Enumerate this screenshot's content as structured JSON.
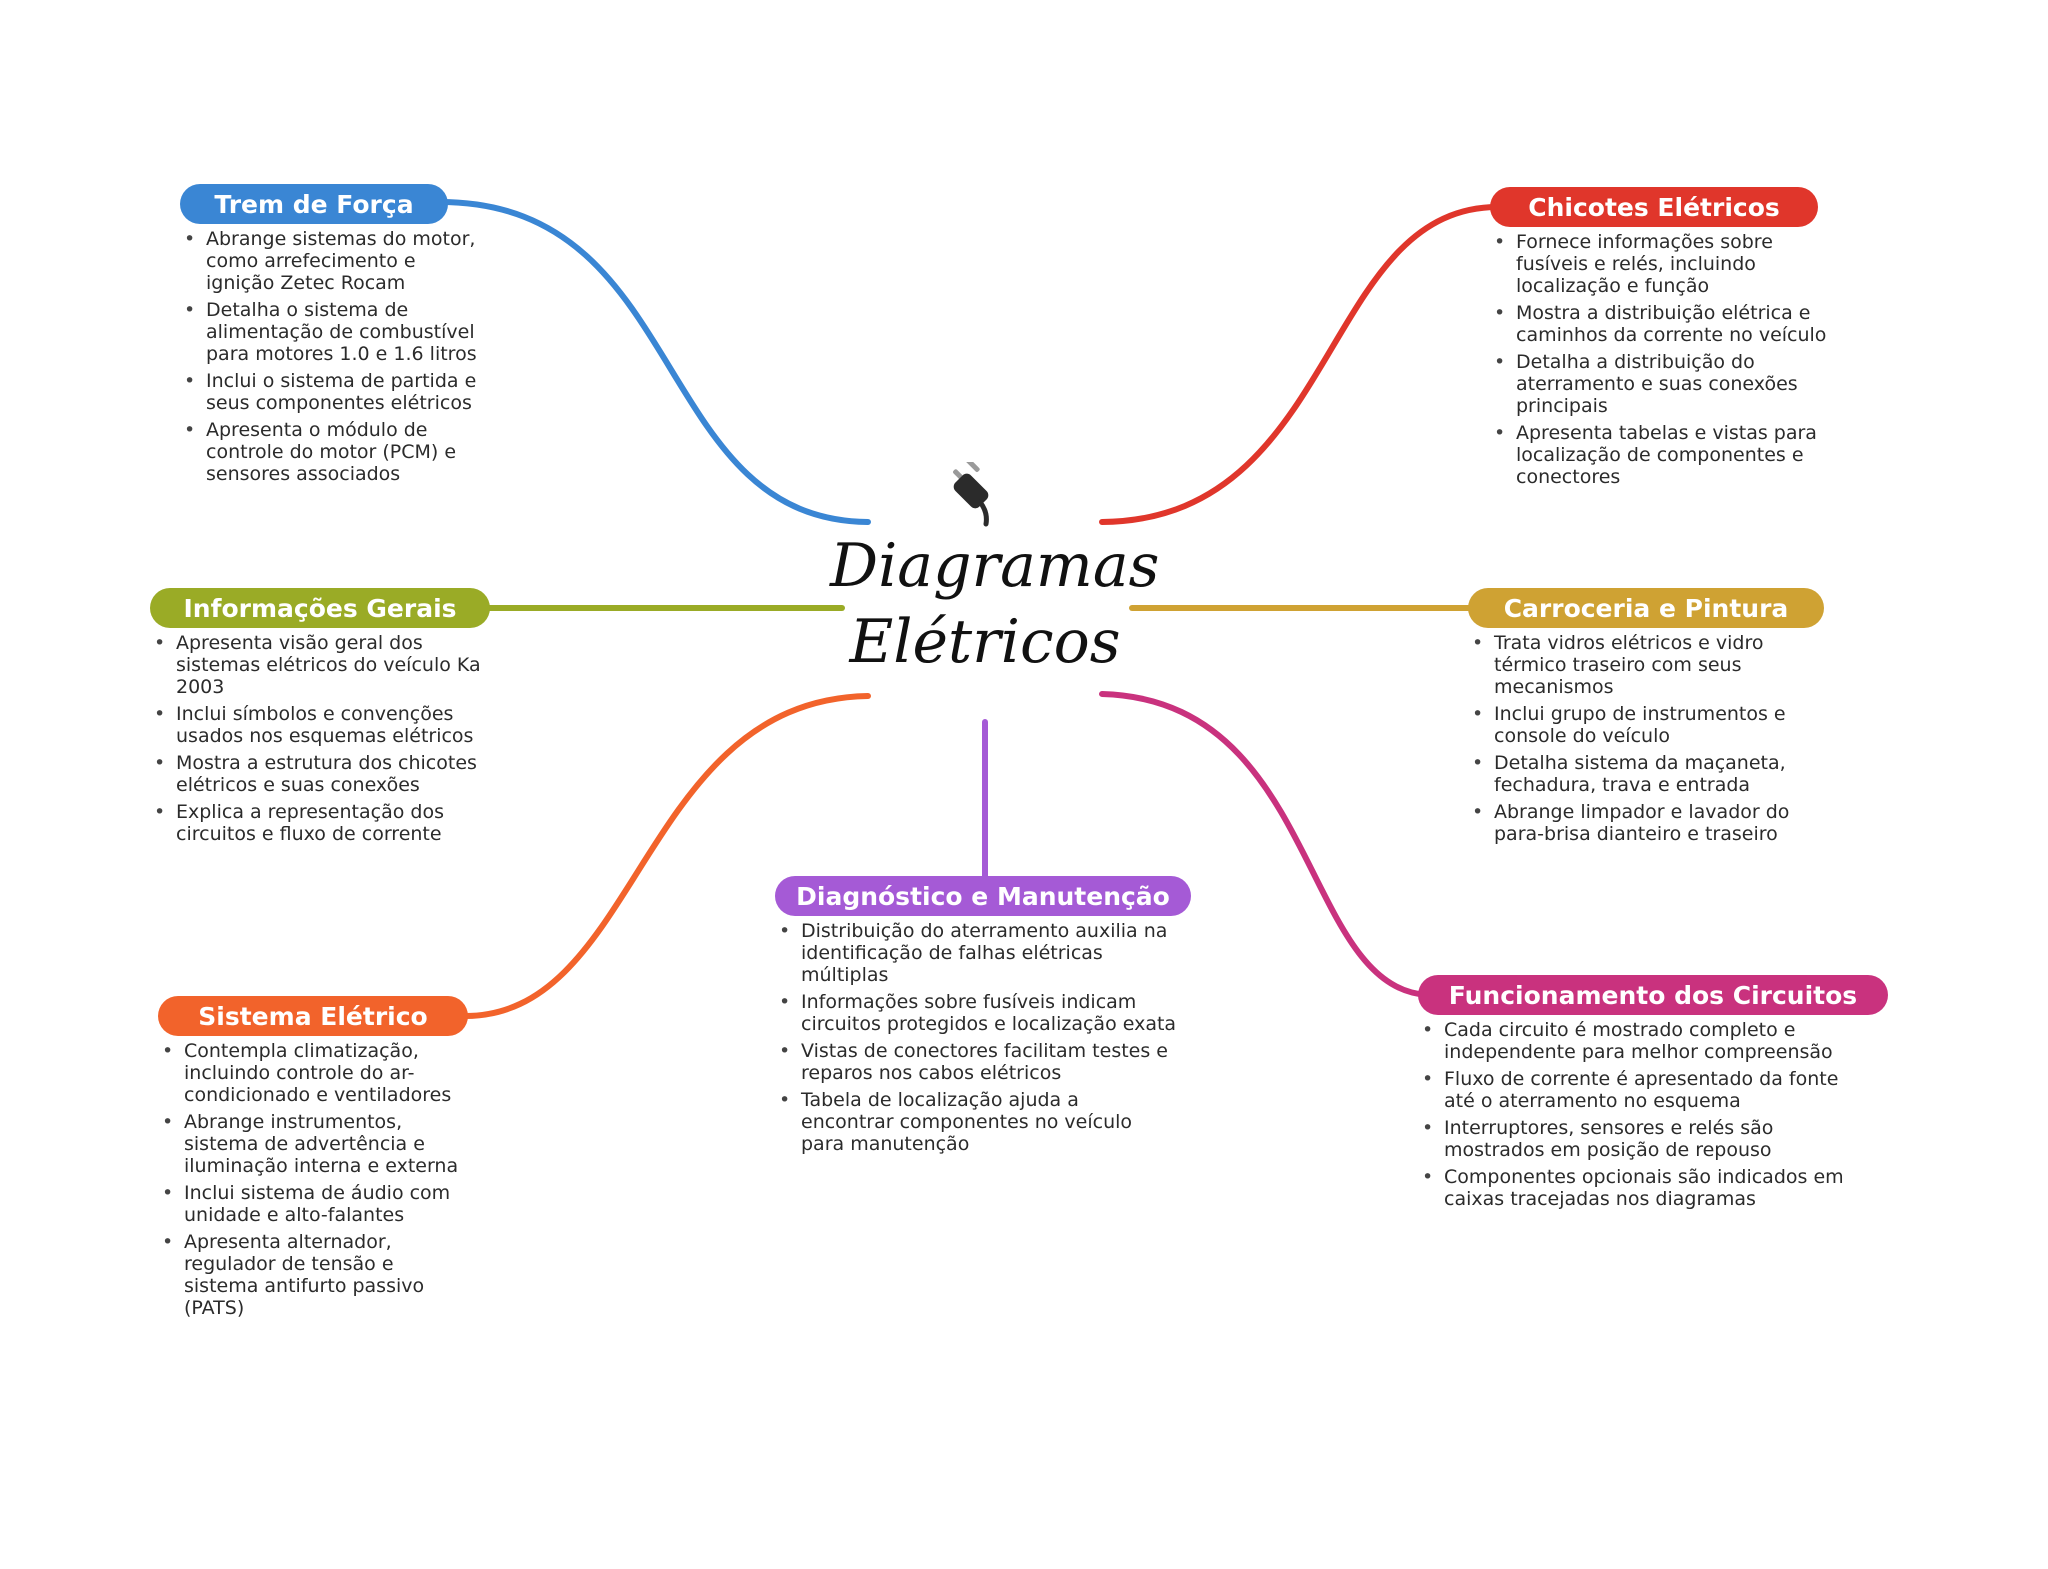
{
  "central_topic": {
    "title_line1": "Diagramas",
    "title_line2": "Elétricos",
    "icon": "plug-icon"
  },
  "branches": [
    {
      "id": "trem",
      "title": "Trem de Força",
      "color": "#3a86d4",
      "items": [
        "Abrange sistemas do motor, como arrefecimento e ignição Zetec Rocam",
        "Detalha o sistema de alimentação de combustível para motores 1.0 e 1.6 litros",
        "Inclui o sistema de partida e seus componentes elétricos",
        "Apresenta o módulo de controle do motor (PCM) e sensores associados"
      ]
    },
    {
      "id": "info",
      "title": "Informações Gerais",
      "color": "#9aab26",
      "items": [
        "Apresenta visão geral dos sistemas elétricos do veículo Ka 2003",
        "Inclui símbolos e convenções usados nos esquemas elétricos",
        "Mostra a estrutura dos chicotes elétricos e suas conexões",
        "Explica a representação dos circuitos e fluxo de corrente"
      ]
    },
    {
      "id": "sistema",
      "title": "Sistema Elétrico",
      "color": "#f2632b",
      "items": [
        "Contempla climatização, incluindo controle do ar-condicionado e ventiladores",
        "Abrange instrumentos, sistema de advertência e iluminação interna e externa",
        "Inclui sistema de áudio com unidade e alto-falantes",
        "Apresenta alternador, regulador de tensão e sistema antifurto passivo (PATS)"
      ]
    },
    {
      "id": "diag",
      "title": "Diagnóstico e Manutenção",
      "color": "#a55ad6",
      "items": [
        "Distribuição do aterramento auxilia na identificação de falhas elétricas múltiplas",
        "Informações sobre fusíveis indicam circuitos protegidos e localização exata",
        "Vistas de conectores facilitam testes e reparos nos cabos elétricos",
        "Tabela de localização ajuda a encontrar componentes no veículo para manutenção"
      ]
    },
    {
      "id": "chicotes",
      "title": "Chicotes Elétricos",
      "color": "#e0362b",
      "items": [
        "Fornece informações sobre fusíveis e relés, incluindo localização e função",
        "Mostra a distribuição elétrica e caminhos da corrente no veículo",
        "Detalha a distribuição do aterramento e suas conexões principais",
        "Apresenta tabelas e vistas para localização de componentes e conectores"
      ]
    },
    {
      "id": "carroceria",
      "title": "Carroceria e Pintura",
      "color": "#cfa233",
      "items": [
        "Trata vidros elétricos e vidro térmico traseiro com seus mecanismos",
        "Inclui grupo de instrumentos e console do veículo",
        "Detalha sistema da maçaneta, fechadura, trava e entrada",
        "Abrange limpador e lavador do para-brisa dianteiro e traseiro"
      ]
    },
    {
      "id": "func",
      "title": "Funcionamento dos Circuitos",
      "color": "#c9327e",
      "items": [
        "Cada circuito é mostrado completo e independente para melhor compreensão",
        "Fluxo de corrente é apresentado da fonte até o aterramento no esquema",
        "Interruptores, sensores e relés são mostrados em posição de repouso",
        "Componentes opcionais são indicados em caixas tracejadas nos diagramas"
      ]
    }
  ]
}
